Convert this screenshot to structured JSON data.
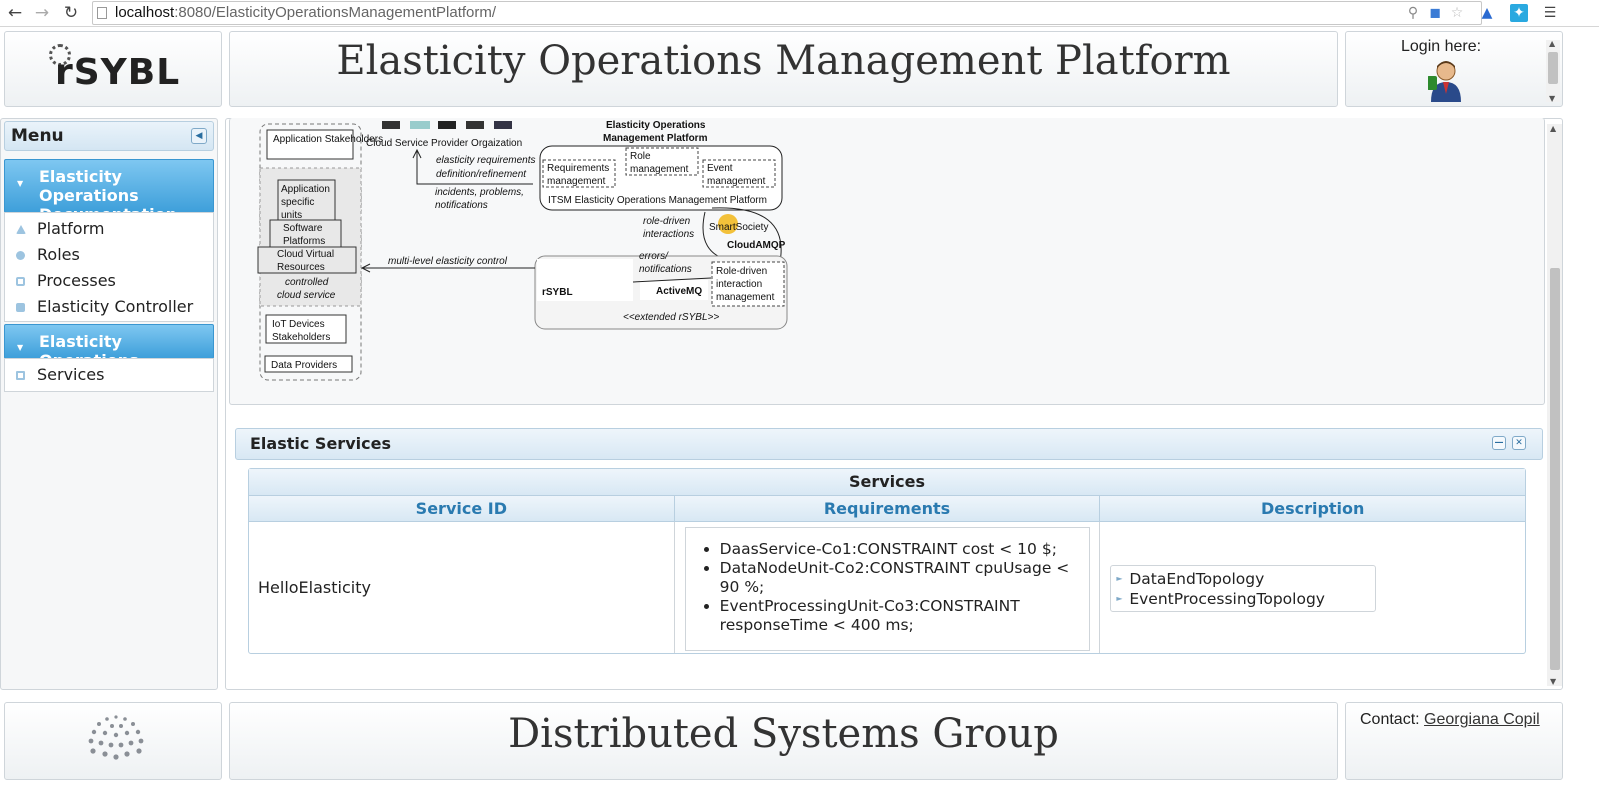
{
  "browser": {
    "url_host": "localhost",
    "url_rest": ":8080/ElasticityOperationsManagementPlatform/"
  },
  "header": {
    "logo_text": "rSYBL",
    "title": "Elasticity Operations Management Platform",
    "login_label": "Login here:"
  },
  "menu": {
    "title": "Menu",
    "sections": [
      {
        "title": "Elasticity Operations Documentation",
        "items": [
          "Platform",
          "Roles",
          "Processes",
          "Elasticity Controller"
        ]
      },
      {
        "title": "Elasticity Operations",
        "items": [
          "Services"
        ]
      }
    ]
  },
  "diagram": {
    "stakeholders": "Application Stakeholders",
    "cloud_provider": "Cloud Service Provider Orgaization",
    "platform_title_1": "Elasticity Operations",
    "platform_title_2": "Management Platform",
    "elasticity_req_1": "elasticity requirements",
    "elasticity_req_2": "definition/refinement",
    "incidents_1": "incidents, problems,",
    "incidents_2": "notifications",
    "req_mgmt_1": "Requirements",
    "req_mgmt_2": "management",
    "role_mgmt_1": "Role",
    "role_mgmt_2": "management",
    "event_mgmt_1": "Event",
    "event_mgmt_2": "management",
    "itsm": "ITSM Elasticity Operations Management Platform",
    "app_units_1": "Application",
    "app_units_2": "specific",
    "app_units_3": "units",
    "software_1": "Software",
    "software_2": "Platforms",
    "cloud_virtual_1": "Cloud Virtual",
    "cloud_virtual_2": "Resources",
    "controlled_1": "controlled",
    "controlled_2": "cloud service",
    "role_driven_1": "role-driven",
    "role_driven_2": "interactions",
    "multi_level": "multi-level elasticity control",
    "errors_1": "errors/",
    "errors_2": "notifications",
    "role_interaction_1": "Role-driven",
    "role_interaction_2": "interaction",
    "role_interaction_3": "management",
    "extended": "<<extended rSYBL>>",
    "iot_1": "IoT Devices",
    "iot_2": "Stakeholders",
    "data_providers": "Data Providers",
    "rsybl": "rSYBL",
    "activemq": "ActiveMQ",
    "cloudamqp": "CloudAMQP",
    "smartsociety": "SmartSociety"
  },
  "elastic_services": {
    "title": "Elastic Services",
    "table_caption": "Services",
    "columns": [
      "Service ID",
      "Requirements",
      "Description"
    ],
    "rows": [
      {
        "service_id": "HelloElasticity",
        "requirements": [
          "DaasService-Co1:CONSTRAINT cost < 10 $;",
          "DataNodeUnit-Co2:CONSTRAINT cpuUsage < 90 %;",
          "EventProcessingUnit-Co3:CONSTRAINT responseTime < 400 ms;"
        ],
        "description": [
          "DataEndTopology",
          "EventProcessingTopology"
        ]
      }
    ]
  },
  "footer": {
    "title": "Distributed Systems Group",
    "contact_label": "Contact:",
    "contact_name": "Georgiana Copil"
  }
}
